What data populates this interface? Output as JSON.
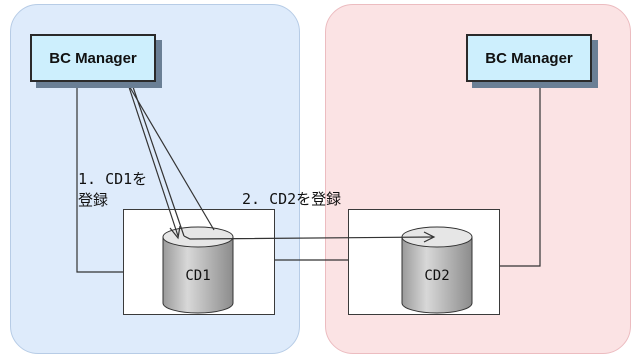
{
  "managers": {
    "left": "BC Manager",
    "right": "BC Manager"
  },
  "disks": {
    "left": "CD1",
    "right": "CD2"
  },
  "steps": {
    "step1_line1": "1. CD1を",
    "step1_line2": "登録",
    "step2": "2. CD2を登録"
  },
  "colors": {
    "left_zone": "#deebfb",
    "right_zone": "#fbe3e4",
    "manager_box": "#cdeffd",
    "disk_fill": "#c8c8c8"
  }
}
